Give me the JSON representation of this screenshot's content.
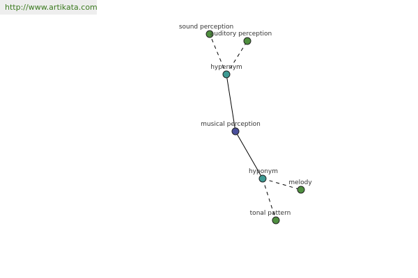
{
  "banner": {
    "url": "http://www.artikata.com"
  },
  "colors": {
    "center": "#4a4f9b",
    "relation": "#3e9a93",
    "leaf": "#4f8f3f",
    "url_text": "#3a7a1e"
  },
  "nodes": [
    {
      "id": "musical-perception",
      "label": "musical perception",
      "kind": "center"
    },
    {
      "id": "hypernym",
      "label": "hypernym",
      "kind": "relation"
    },
    {
      "id": "hyponym",
      "label": "hyponym",
      "kind": "relation"
    },
    {
      "id": "sound-perception",
      "label": "sound perception",
      "kind": "leaf"
    },
    {
      "id": "auditory-perception",
      "label": "auditory perception",
      "kind": "leaf"
    },
    {
      "id": "melody",
      "label": "melody",
      "kind": "leaf"
    },
    {
      "id": "tonal-pattern",
      "label": "tonal pattern",
      "kind": "leaf"
    }
  ],
  "edges": [
    {
      "from": "musical-perception",
      "to": "hypernym",
      "style": "solid"
    },
    {
      "from": "musical-perception",
      "to": "hyponym",
      "style": "solid"
    },
    {
      "from": "hypernym",
      "to": "sound-perception",
      "style": "dashed"
    },
    {
      "from": "hypernym",
      "to": "auditory-perception",
      "style": "dashed"
    },
    {
      "from": "hyponym",
      "to": "melody",
      "style": "dashed"
    },
    {
      "from": "hyponym",
      "to": "tonal-pattern",
      "style": "dashed"
    }
  ]
}
